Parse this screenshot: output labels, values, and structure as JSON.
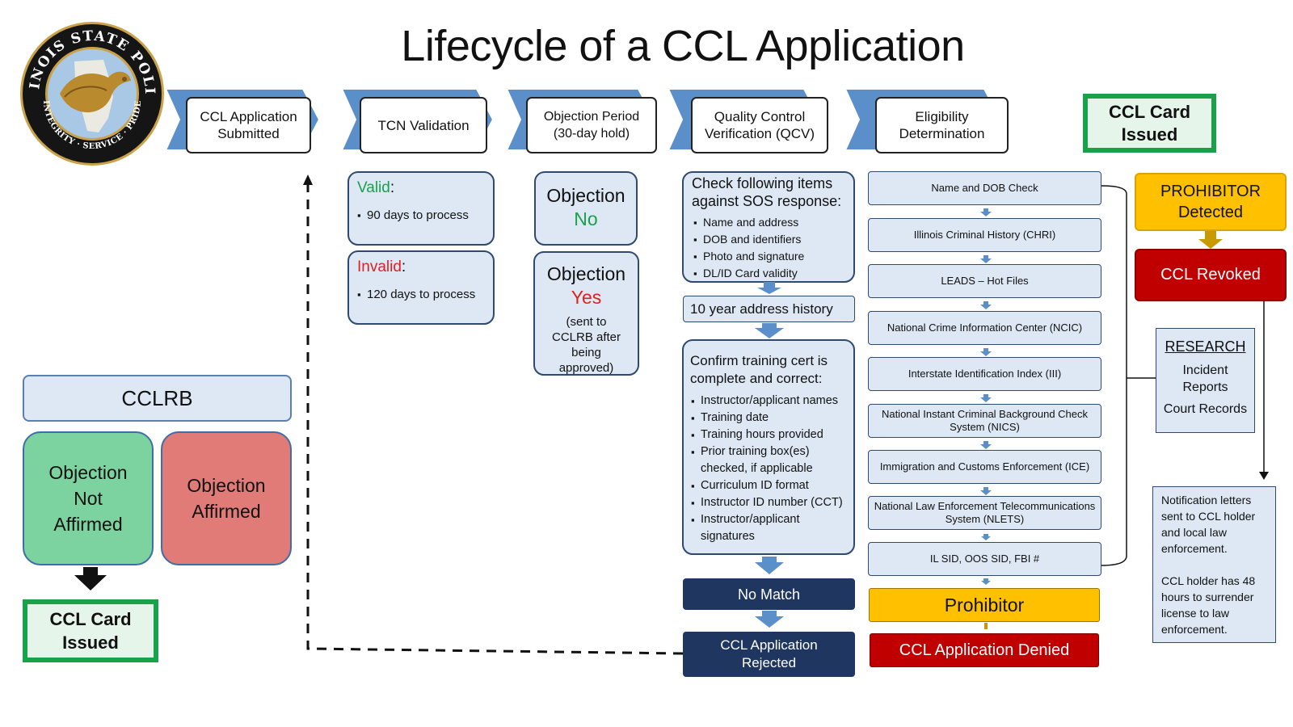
{
  "title": "Lifecycle of a CCL Application",
  "seal": {
    "top_text": "ILLINOIS STATE POLICE",
    "bottom_text": "INTEGRITY · SERVICE · PRIDE"
  },
  "stages": {
    "submitted": "CCL Application Submitted",
    "tcn": "TCN Validation",
    "objection_period": "Objection Period (30-day hold)",
    "qcv": "Quality Control Verification (QCV)",
    "eligibility": "Eligibility Determination",
    "issued": "CCL Card Issued"
  },
  "tcn": {
    "valid_label": "Valid",
    "valid_item": "90 days to process",
    "invalid_label": "Invalid",
    "invalid_item": "120 days to process"
  },
  "objection": {
    "no_title": "Objection",
    "no_value": "No",
    "yes_title": "Objection",
    "yes_value": "Yes",
    "yes_note": "(sent to CCLRB after being approved)"
  },
  "qcv": {
    "sos_heading": "Check following items against SOS response:",
    "sos_items": [
      "Name and address",
      "DOB and identifiers",
      "Photo and signature",
      "DL/ID Card validity"
    ],
    "address_history": "10 year address history",
    "training_heading": "Confirm training cert is complete and correct:",
    "training_items": [
      "Instructor/applicant names",
      "Training date",
      "Training hours provided",
      "Prior training box(es) checked, if applicable",
      "Curriculum ID format",
      "Instructor ID number (CCT)",
      "Instructor/applicant signatures"
    ],
    "no_match": "No Match",
    "rejected": "CCL Application Rejected"
  },
  "eligibility_checks": [
    "Name and DOB Check",
    "Illinois Criminal History (CHRI)",
    "LEADS – Hot Files",
    "National Crime Information Center (NCIC)",
    "Interstate Identification Index (III)",
    "National Instant Criminal Background Check System (NICS)",
    "Immigration and Customs Enforcement (ICE)",
    "National Law Enforcement Telecommunications System (NLETS)",
    "IL SID, OOS SID, FBI #"
  ],
  "eligibility_outcome": {
    "prohibitor": "Prohibitor",
    "denied": "CCL Application Denied"
  },
  "revocation": {
    "detected": "PROHIBITOR Detected",
    "revoked": "CCL Revoked",
    "research_title": "RESEARCH",
    "research_items": [
      "Incident Reports",
      "Court Records"
    ],
    "notification_1": "Notification letters sent to CCL holder and local law enforcement.",
    "notification_2": "CCL holder has 48 hours to surrender license to law enforcement."
  },
  "cclrb": {
    "title": "CCLRB",
    "not_affirmed": "Objection Not Affirmed",
    "affirmed": "Objection Affirmed",
    "issued": "CCL Card Issued"
  },
  "colors": {
    "chevron_blue": "#5b8fc9",
    "light_box": "#dde8f4",
    "navy": "#1f3660",
    "valid_green": "#1aa04a",
    "invalid_red": "#e02020",
    "prohibitor_yellow": "#ffc000",
    "denied_red": "#c00000",
    "card_green": "#18a34a",
    "not_affirmed_green": "#7dd3a0",
    "affirmed_red": "#e07b78"
  }
}
